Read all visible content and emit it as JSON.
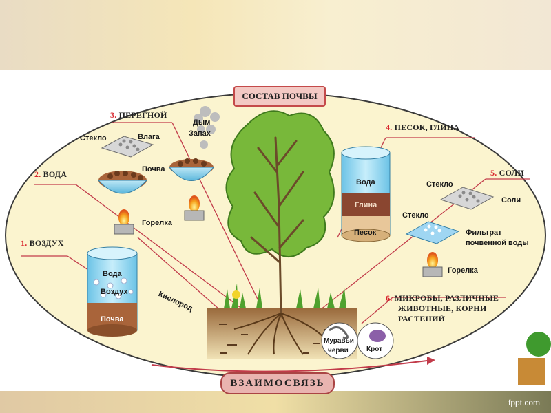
{
  "title": "СОСТАВ ПОЧВЫ",
  "bottom_label": "ВЗАИМОСВЯЗЬ",
  "brand": "fppt.com",
  "sections": {
    "s1": {
      "num": "1.",
      "name": "ВОЗДУХ"
    },
    "s2": {
      "num": "2.",
      "name": "ВОДА"
    },
    "s3": {
      "num": "3.",
      "name": "ПЕРЕГНОЙ"
    },
    "s4": {
      "num": "4.",
      "name": "ПЕСОК, ГЛИНА"
    },
    "s5": {
      "num": "5.",
      "name": "СОЛИ"
    },
    "s6": {
      "num": "6.",
      "line1": "МИКРОБЫ, РАЗЛИЧНЫЕ",
      "line2": "ЖИВОТНЫЕ, КОРНИ",
      "line3": "РАСТЕНИЙ"
    }
  },
  "labels": {
    "glass_water": "Стекло",
    "moisture": "Влага",
    "soil_water": "Почва",
    "burner_water": "Горелка",
    "smoke": "Дым",
    "smell": "Запах",
    "air_water": "Вода",
    "air_air": "Воздух",
    "air_soil": "Почва",
    "oxygen": "Кислород",
    "sand_water": "Вода",
    "sand_clay": "Глина",
    "sand_sand": "Песок",
    "glass_salt1": "Стекло",
    "salts": "Соли",
    "glass_salt2": "Стекло",
    "filtrate": "Фильтрат",
    "filtrate2": "почвенной воды",
    "burner_salt": "Горелка",
    "ants": "Муравьи",
    "worms": "черви",
    "mole": "Крот"
  },
  "colors": {
    "ellipse_fill": "#fbf4cf",
    "ellipse_stroke": "#3a3a3a",
    "accent_red": "#d8242c",
    "water_blue": "#8fd3ec",
    "soil_brown": "#8a5a35",
    "tree_green": "#78b83a"
  }
}
